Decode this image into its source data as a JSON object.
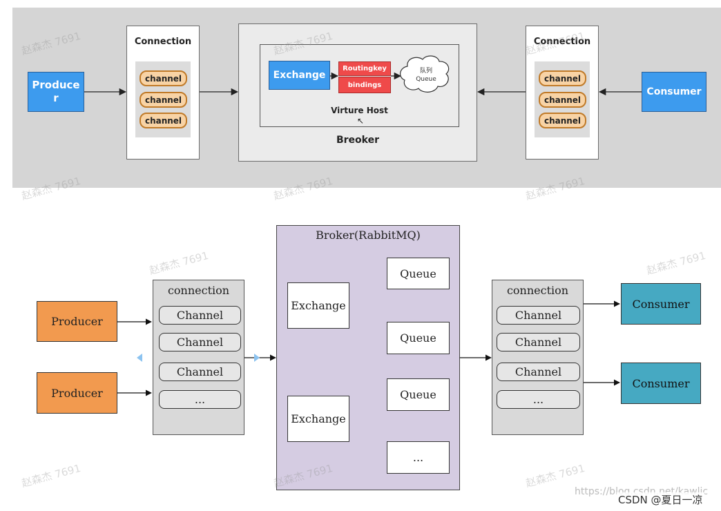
{
  "top": {
    "producer": "Produce\nr",
    "connection_left": {
      "title": "Connection",
      "channels": [
        "channel",
        "channel",
        "channel"
      ]
    },
    "broker": {
      "title": "Breoker",
      "vhost": "Virture Host",
      "exchange": "Exchange",
      "routing_key": "Routingkey",
      "bindings": "bindings",
      "queue_cn": "队列",
      "queue_en": "Queue"
    },
    "connection_right": {
      "title": "Connection",
      "channels": [
        "channel",
        "channel",
        "channel"
      ]
    },
    "consumer": "Consumer"
  },
  "bottom": {
    "producers": [
      "Producer",
      "Producer"
    ],
    "connection_left": {
      "title": "connection",
      "channels": [
        "Channel",
        "Channel",
        "Channel",
        "..."
      ]
    },
    "broker": {
      "title": "Broker(RabbitMQ)",
      "exchanges": [
        "Exchange",
        "Exchange"
      ],
      "queues": [
        "Queue",
        "Queue",
        "Queue",
        "..."
      ]
    },
    "connection_right": {
      "title": "connection",
      "channels": [
        "Channel",
        "Channel",
        "Channel",
        "..."
      ]
    },
    "consumers": [
      "Consumer",
      "Consumer"
    ]
  },
  "watermark": "赵森杰 7691",
  "footer": {
    "url": "https://blog.csdn.net/kawlic",
    "credit": "CSDN @夏日一凉"
  },
  "colors": {
    "top_bg": "#d5d5d5",
    "pill": "#f8d3a5",
    "blue": "#3d9bee",
    "red": "#ef4a4a",
    "orange": "#f29a4f",
    "teal": "#46a9c2",
    "broker_purple": "#d5cce2"
  }
}
